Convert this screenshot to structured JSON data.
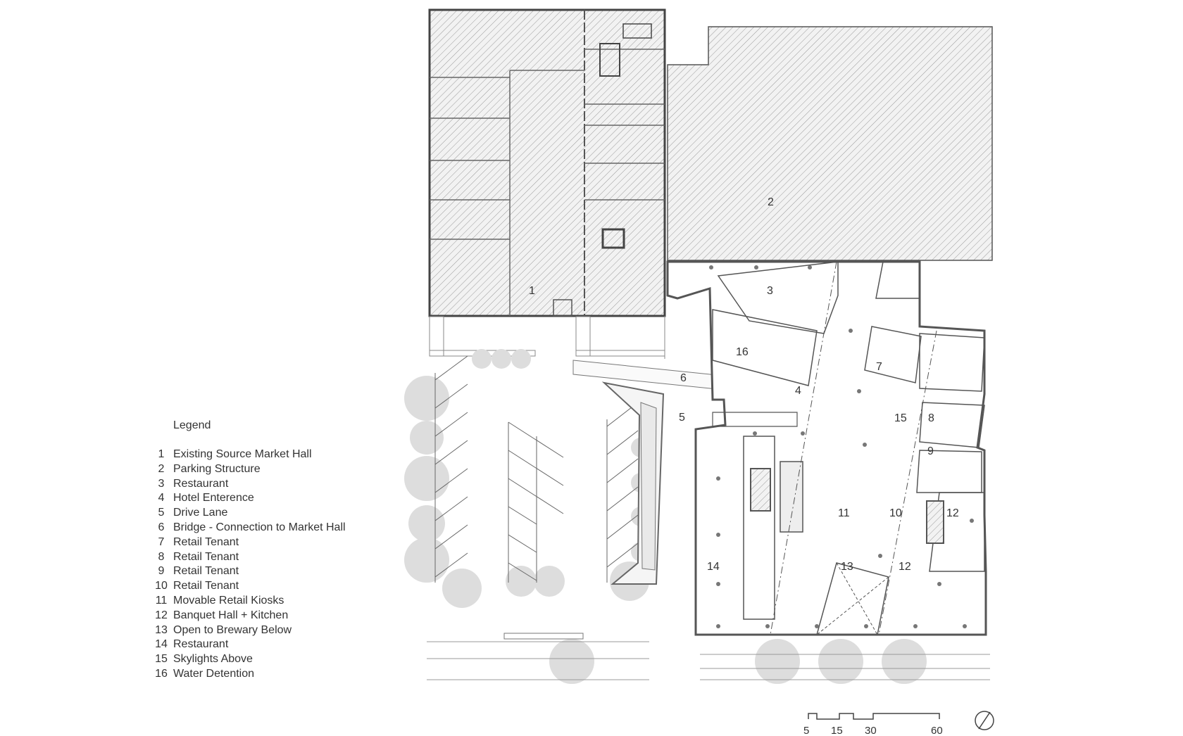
{
  "legend": {
    "title": "Legend",
    "items": [
      {
        "num": "1",
        "label": "Existing Source Market Hall"
      },
      {
        "num": "2",
        "label": "Parking Structure"
      },
      {
        "num": "3",
        "label": "Restaurant"
      },
      {
        "num": "4",
        "label": "Hotel Enterence"
      },
      {
        "num": "5",
        "label": "Drive Lane"
      },
      {
        "num": "6",
        "label": "Bridge - Connection to Market Hall"
      },
      {
        "num": "7",
        "label": "Retail Tenant"
      },
      {
        "num": "8",
        "label": "Retail Tenant"
      },
      {
        "num": "9",
        "label": "Retail Tenant"
      },
      {
        "num": "10",
        "label": "Retail Tenant"
      },
      {
        "num": "11",
        "label": "Movable Retail Kiosks"
      },
      {
        "num": "12",
        "label": "Banquet Hall + Kitchen"
      },
      {
        "num": "13",
        "label": "Open to Brewary Below"
      },
      {
        "num": "14",
        "label": "Restaurant"
      },
      {
        "num": "15",
        "label": "Skylights Above"
      },
      {
        "num": "16",
        "label": "Water Detention"
      }
    ]
  },
  "plan_labels": [
    "1",
    "2",
    "3",
    "16",
    "7",
    "6",
    "4",
    "5",
    "15",
    "8",
    "9",
    "11",
    "10",
    "12",
    "14",
    "13",
    "12"
  ],
  "scale_bar": {
    "ticks": [
      "5",
      "15",
      "30",
      "60"
    ]
  },
  "colors": {
    "line": "#555555",
    "tree": "#dddddd",
    "hatch": "#999999",
    "text": "#333333"
  }
}
